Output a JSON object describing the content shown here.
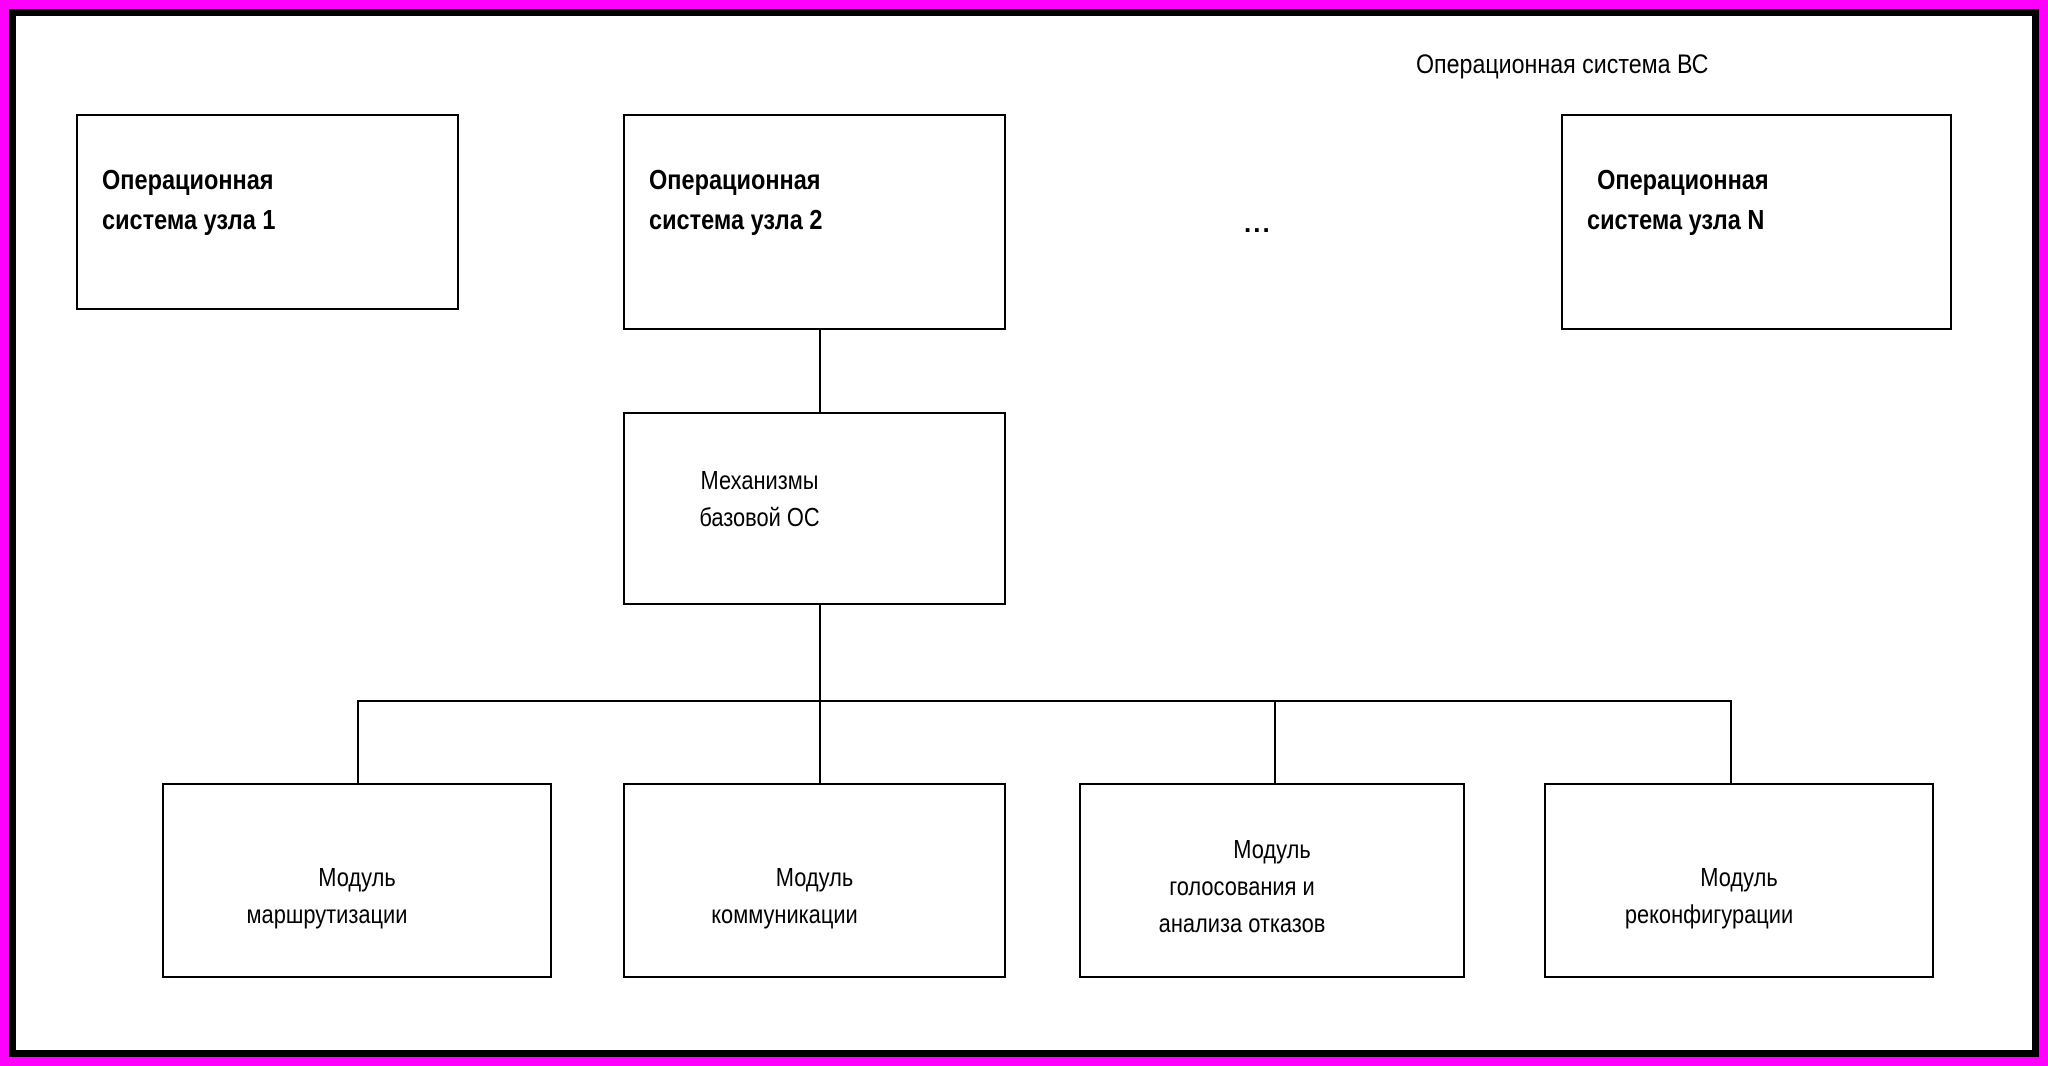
{
  "diagram": {
    "title": "Операционная система ВС",
    "type": "hierarchy-block-diagram",
    "colors": {
      "outer_border": "#ff00ff",
      "inner_border": "#000000",
      "box_border": "#000000",
      "background": "#ffffff",
      "text": "#000000"
    },
    "ellipsis": "...",
    "top_row": [
      {
        "id": "os-node-1",
        "line1": "Операционная",
        "line2": "система узла 1"
      },
      {
        "id": "os-node-2",
        "line1": "Операционная",
        "line2": "система узла 2"
      },
      {
        "id": "os-node-n",
        "line1": "Операционная",
        "line2": "система узла N"
      }
    ],
    "middle": {
      "id": "base-os-mechanisms",
      "line1": "Механизмы",
      "line2": "базовой ОС"
    },
    "modules": [
      {
        "id": "routing-module",
        "line1": "Модуль",
        "line2": "маршрутизации",
        "line3": ""
      },
      {
        "id": "communication-module",
        "line1": "Модуль",
        "line2": "коммуникации",
        "line3": ""
      },
      {
        "id": "voting-failure-analysis-module",
        "line1": "Модуль",
        "line2": "голосования и",
        "line3": "анализа отказов"
      },
      {
        "id": "reconfiguration-module",
        "line1": "Модуль",
        "line2": "реконфигурации",
        "line3": ""
      }
    ]
  }
}
